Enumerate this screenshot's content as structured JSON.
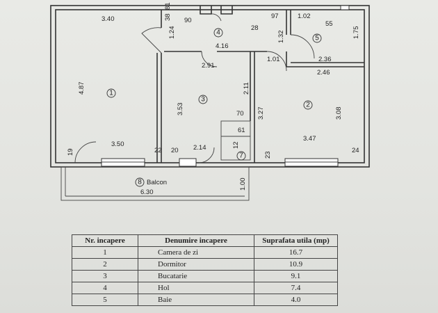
{
  "plan": {
    "rooms": [
      {
        "id": "1"
      },
      {
        "id": "2"
      },
      {
        "id": "3"
      },
      {
        "id": "4"
      },
      {
        "id": "5"
      },
      {
        "id": "7"
      }
    ],
    "balcony": {
      "id": "8",
      "label": "Balcon",
      "width": "6.30",
      "depth": "1.00"
    },
    "dims": {
      "d340": "3.40",
      "d487": "4.87",
      "d350": "3.50",
      "d22": "22",
      "d19": "19",
      "d90": "90",
      "d124": "1.24",
      "d416": "4.16",
      "d28": "28",
      "d97": "97",
      "d132": "1.32",
      "d102": "1.02",
      "d55": "55",
      "d175": "1.75",
      "d236": "2.36",
      "d101": "1.01",
      "d246": "2.46",
      "d291": "2.91",
      "d353": "3.53",
      "d211": "2.11",
      "d70": "70",
      "d61": "61",
      "d214": "2.14",
      "d20": "20",
      "d327": "3.27",
      "d308": "3.08",
      "d347": "3.47",
      "d23": "23",
      "d24": "24",
      "d12": "12",
      "d38": "38",
      "d81": "81"
    }
  },
  "table": {
    "headers": [
      "Nr. incapere",
      "Denumire incapere",
      "Suprafata utila (mp)"
    ],
    "rows": [
      {
        "nr": "1",
        "name": "Camera de zi",
        "area": "16.7"
      },
      {
        "nr": "2",
        "name": "Dormitor",
        "area": "10.9"
      },
      {
        "nr": "3",
        "name": "Bucatarie",
        "area": "9.1"
      },
      {
        "nr": "4",
        "name": "Hol",
        "area": "7.4"
      },
      {
        "nr": "5",
        "name": "Baie",
        "area": "4.0"
      }
    ]
  }
}
